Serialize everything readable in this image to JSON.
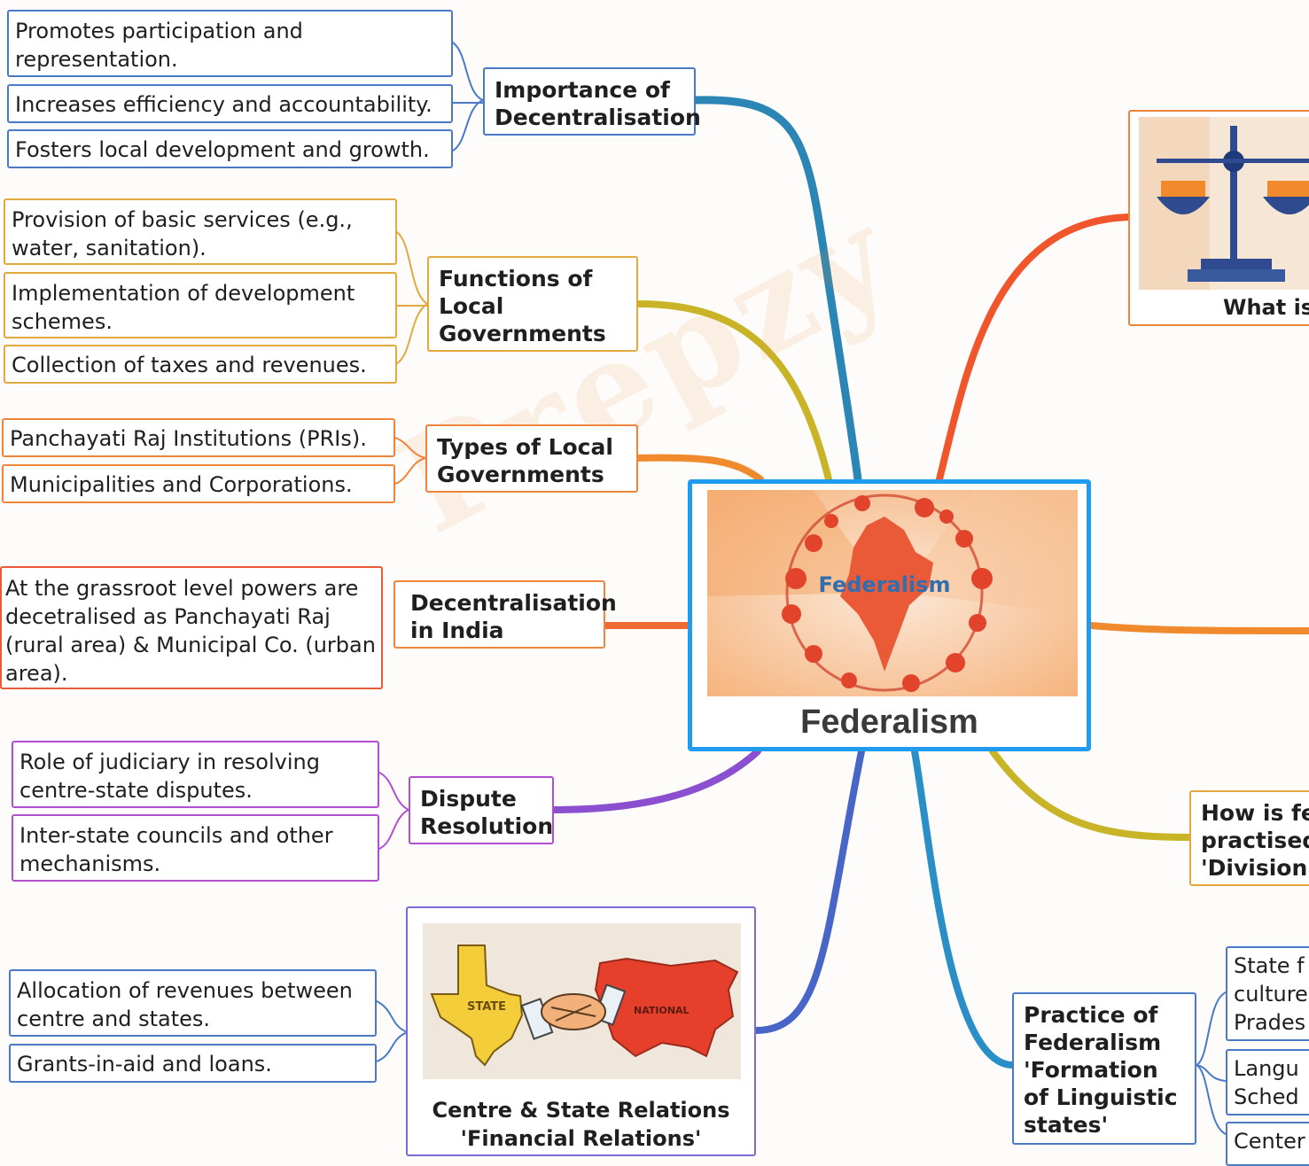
{
  "watermark": "Prepzy",
  "center": {
    "label": "Federalism",
    "image_text": "Federalism"
  },
  "importance": {
    "title": "Importance of Decentralisation",
    "items": [
      "Promotes participation and representation.",
      "Increases efficiency and accountability.",
      "Fosters local development and growth."
    ]
  },
  "functions": {
    "title": "Functions of Local Governments",
    "items": [
      "Provision of basic services (e.g., water, sanitation).",
      "Implementation of development schemes.",
      "Collection of taxes and revenues."
    ]
  },
  "types": {
    "title": "Types of Local Governments",
    "items": [
      "Panchayati Raj Institutions (PRIs).",
      "Municipalities and Corporations."
    ]
  },
  "india": {
    "title": "Decentralisation in India",
    "items": [
      "At the grassroot level powers are decetralised as Panchayati Raj (rural area) & Municipal Co. (urban area)."
    ]
  },
  "dispute": {
    "title": "Dispute Resolution",
    "items": [
      "Role of judiciary in resolving centre-state disputes.",
      "Inter-state councils and other mechanisms."
    ]
  },
  "financial": {
    "title": "Centre & State Relations 'Financial Relations'",
    "image_state": "STATE",
    "image_national": "NATIONAL",
    "items": [
      "Allocation of revenues between centre and states.",
      "Grants-in-aid and loans."
    ]
  },
  "what_is": {
    "title": "What is"
  },
  "how_is": {
    "title": "How is fe practised 'Division"
  },
  "practice": {
    "title": "Practice of Federalism 'Formation of Linguistic states'",
    "items": [
      "State f culture Prades",
      "Langu Sched",
      "Center"
    ]
  }
}
